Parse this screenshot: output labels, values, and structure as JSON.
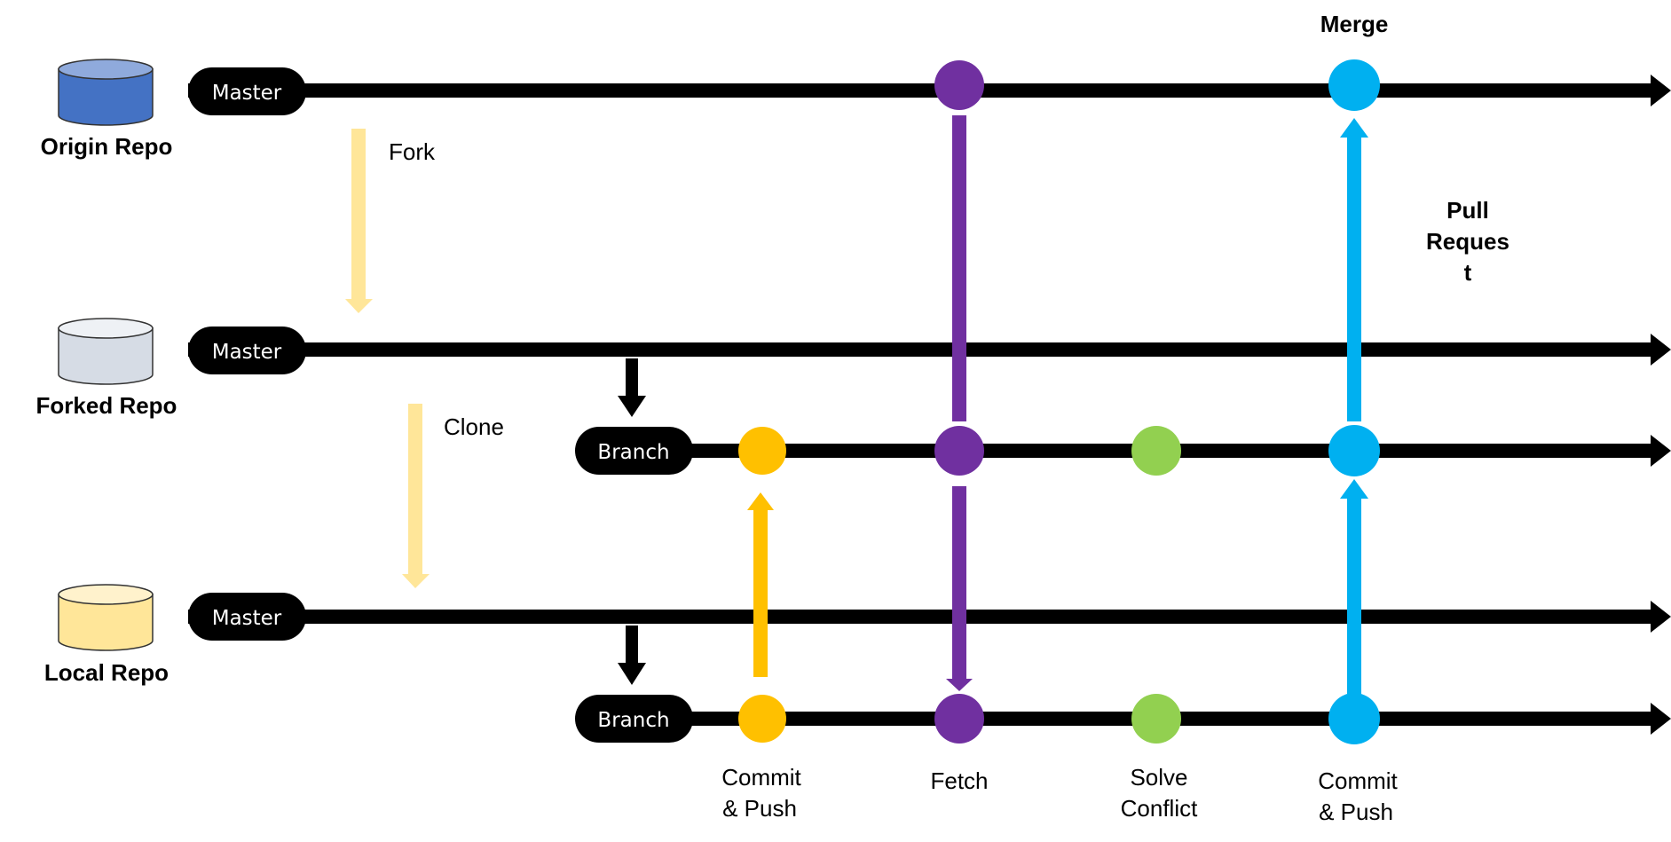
{
  "repos": {
    "origin": {
      "label": "Origin Repo",
      "fill": "#4472c4",
      "top": "#8faadc",
      "branch_label": "Master"
    },
    "forked": {
      "label": "Forked Repo",
      "fill": "#d6dce5",
      "top": "#eef1f5",
      "branch_label": "Master"
    },
    "local": {
      "label": "Local Repo",
      "fill": "#ffe699",
      "top": "#fff2cc",
      "branch_label": "Master"
    }
  },
  "branches": {
    "forked_branch": {
      "label": "Branch"
    },
    "local_branch": {
      "label": "Branch"
    }
  },
  "transfers": {
    "fork": {
      "label": "Fork"
    },
    "clone": {
      "label": "Clone"
    }
  },
  "actions": {
    "merge": {
      "label": "Merge"
    },
    "pull_request": {
      "line1": "Pull",
      "line2": "Reques",
      "line3": "t"
    },
    "commit_push_1": {
      "line1": "Commit",
      "line2": "& Push"
    },
    "fetch": {
      "label": "Fetch"
    },
    "solve_conflict": {
      "line1": "Solve",
      "line2": "Conflict"
    },
    "commit_push_2": {
      "line1": "Commit",
      "line2": "& Push"
    }
  },
  "colors": {
    "line": "#000000",
    "fork_arrow": "#ffe699",
    "commit_push": "#ffc000",
    "fetch": "#7030a0",
    "solve_conflict": "#92d050",
    "pull_request": "#00b0f0"
  }
}
